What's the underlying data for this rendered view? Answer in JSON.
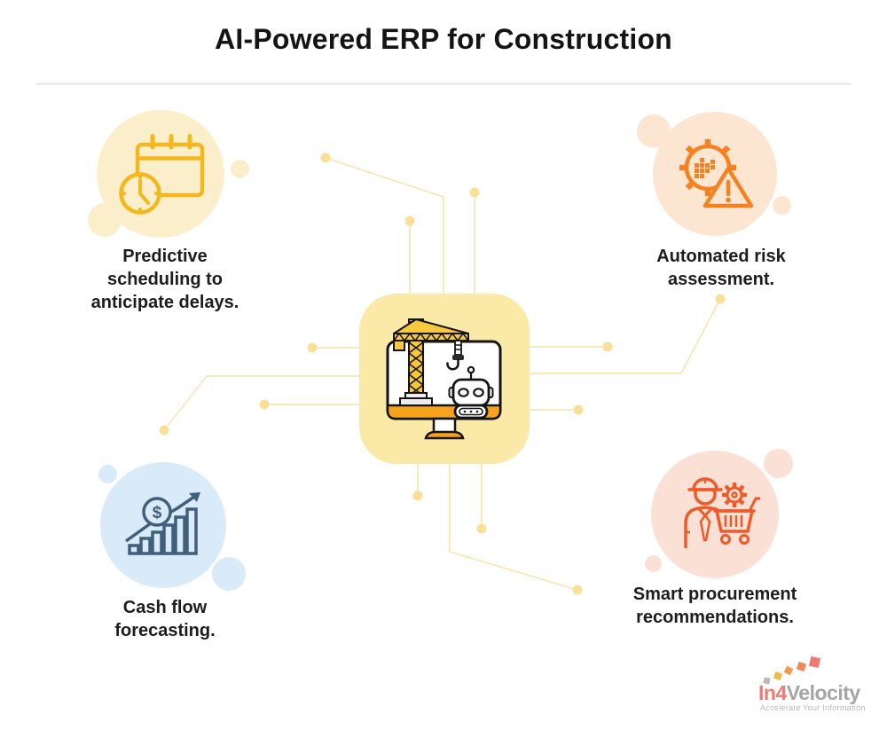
{
  "title": "AI-Powered ERP for Construction",
  "quadrants": {
    "top_left": {
      "caption": "Predictive scheduling to anticipate delays.",
      "lines": [
        "Predictive",
        "scheduling to",
        "anticipate delays."
      ],
      "icon": "calendar-clock",
      "circle_color": "#FBEFCB",
      "icon_color": "#F4B71E"
    },
    "top_right": {
      "caption": "Automated risk assessment.",
      "lines": [
        "Automated risk",
        "assessment."
      ],
      "icon": "gear-warning-risk",
      "circle_color": "#FCE6D2",
      "icon_color": "#F58220"
    },
    "bottom_left": {
      "caption": "Cash flow forecasting.",
      "lines": [
        "Cash flow",
        "forecasting."
      ],
      "icon": "dollar-growth-chart",
      "circle_color": "#D9EAF8",
      "icon_color": "#41607B"
    },
    "bottom_right": {
      "caption": "Smart procurement recommendations.",
      "lines": [
        "Smart procurement",
        "recommendations."
      ],
      "icon": "worker-cart-gear",
      "circle_color": "#FBE0D5",
      "icon_color": "#F05A28"
    }
  },
  "center": {
    "icon": "monitor-crane-robot",
    "bg_color": "#FBE9A8",
    "crane_color": "#F7C83D",
    "accent_color": "#F5A31F"
  },
  "icons": {
    "currency_symbol": "$"
  },
  "connectors": {
    "line_color": "#F6E2A2",
    "dot_color": "#F9E096"
  },
  "logo": {
    "brand_primary": "In4",
    "brand_secondary": "Velocity",
    "tagline": "Accelerate Your Information",
    "primary_color": "#EF7B74",
    "secondary_color": "#A5A5A5"
  }
}
